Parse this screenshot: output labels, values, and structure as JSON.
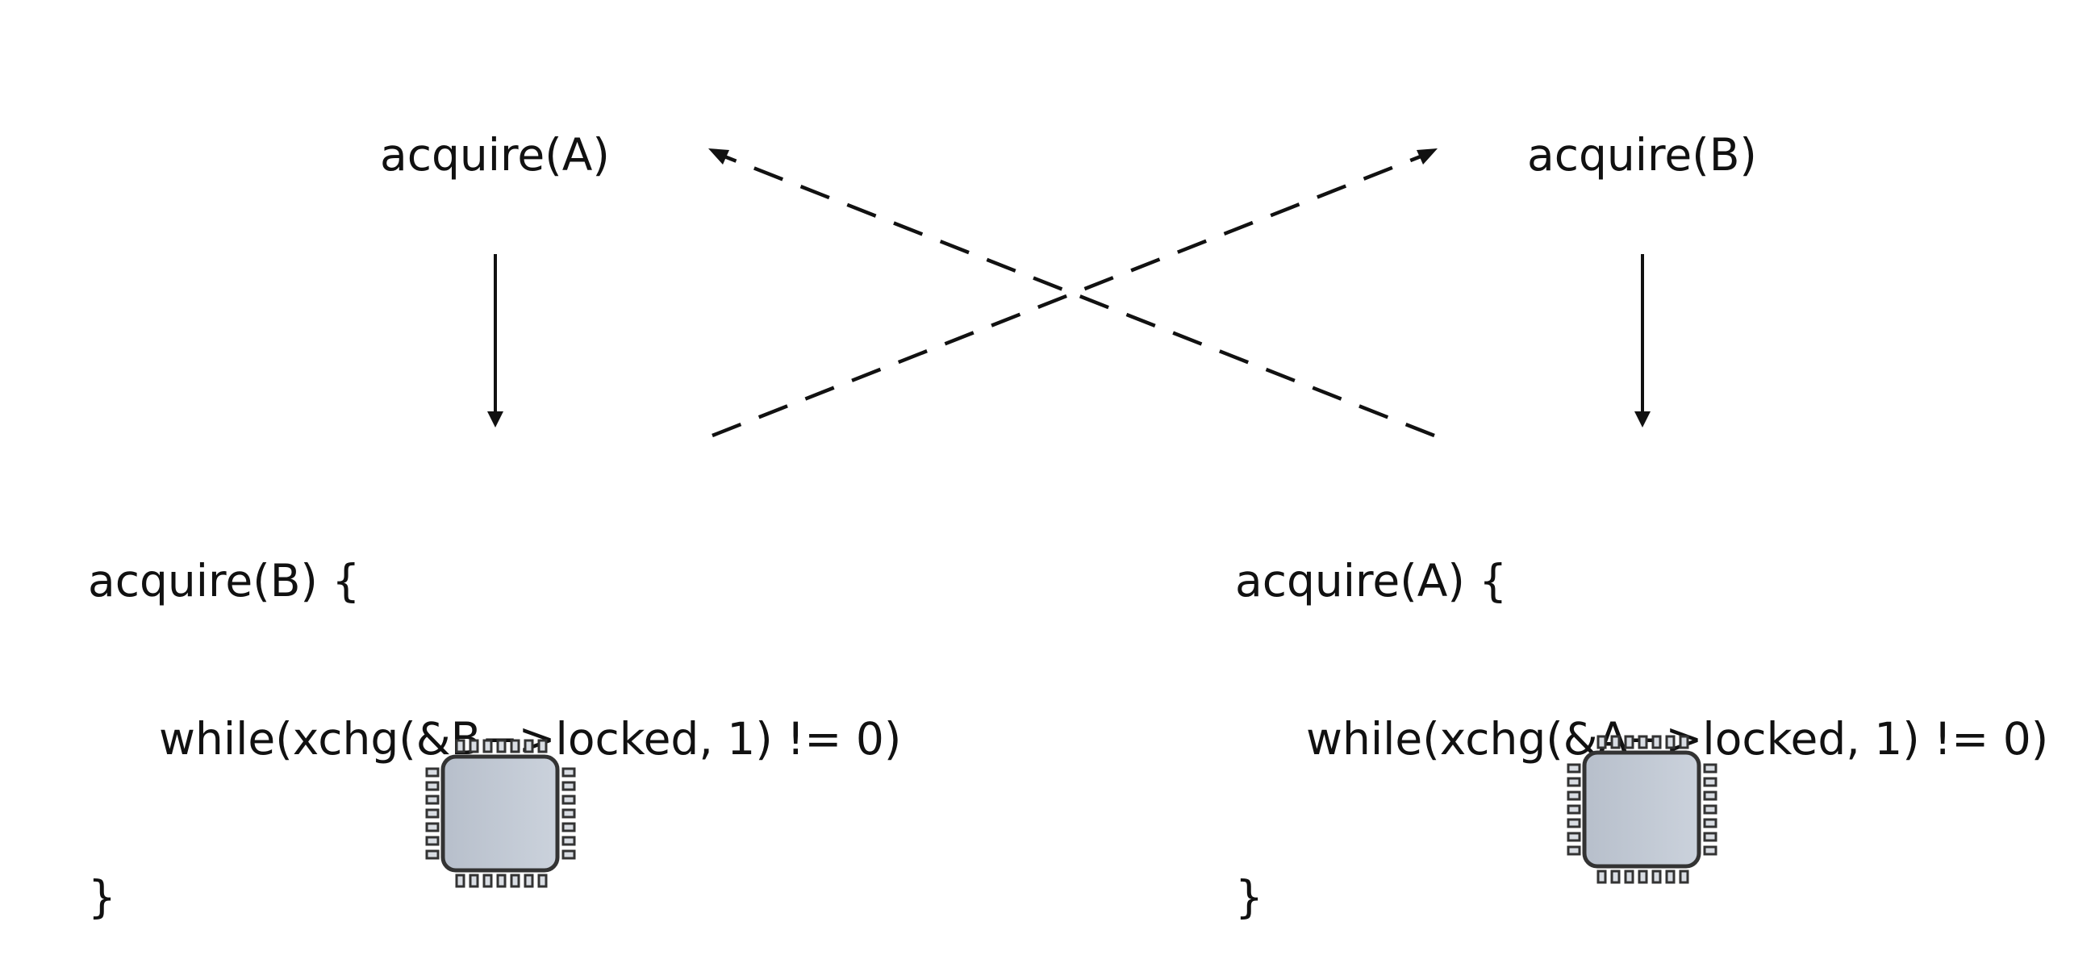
{
  "diagram": {
    "cpu0": {
      "step1": "acquire(A)",
      "step2": {
        "open": "acquire(B) {",
        "body": "while(xchg(&B−>locked, 1) != 0)",
        "close": "}"
      },
      "processor_icon": "cpu-chip-icon"
    },
    "cpu1": {
      "step1": "acquire(B)",
      "step2": {
        "open": "acquire(A) {",
        "body": "while(xchg(&A−>locked, 1) != 0)",
        "close": "}"
      },
      "processor_icon": "cpu-chip-icon"
    },
    "colors": {
      "stroke": "#111111",
      "chip_fill_light": "#c7ced9",
      "chip_fill_dark": "#b5bdc9",
      "chip_outline": "#333333"
    }
  }
}
